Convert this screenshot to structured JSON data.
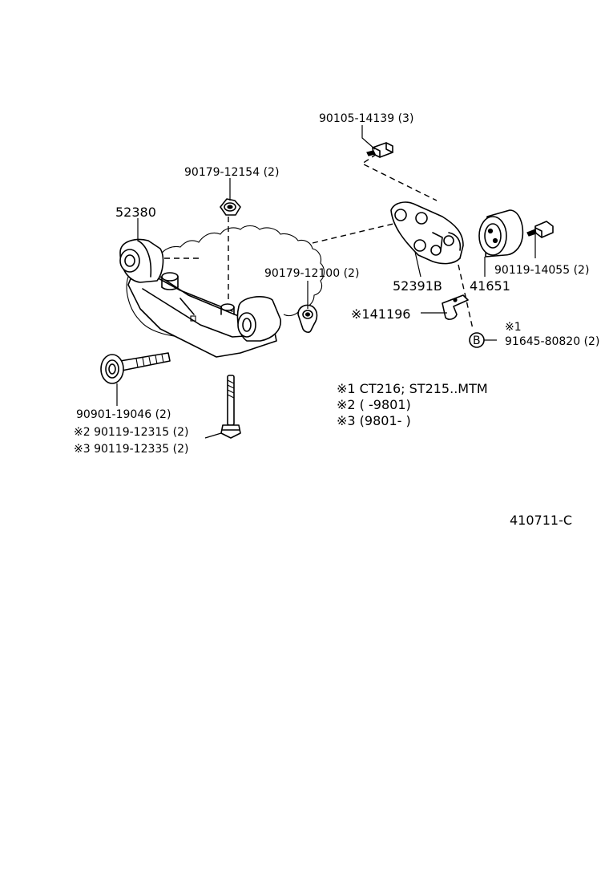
{
  "parts": {
    "p1": "90105-14139 (3)",
    "p2": "90179-12154 (2)",
    "p3": "52380",
    "p4": "90179-12100 (2)",
    "p5": "52391B",
    "p6": "41651",
    "p7": "90119-14055 (2)",
    "p8": "※141196",
    "p9_mark": "※1",
    "p9": "91645-80820 (2)",
    "p9_circle": "B",
    "p10": "90901-19046 (2)",
    "p11": "※2  90119-12315 (2)",
    "p12": "※3  90119-12335 (2)"
  },
  "notes": [
    "※1  CT216;  ST215..MTM",
    "※2  (      -9801)",
    "※3  (9801-       )"
  ],
  "code": "410711-C"
}
